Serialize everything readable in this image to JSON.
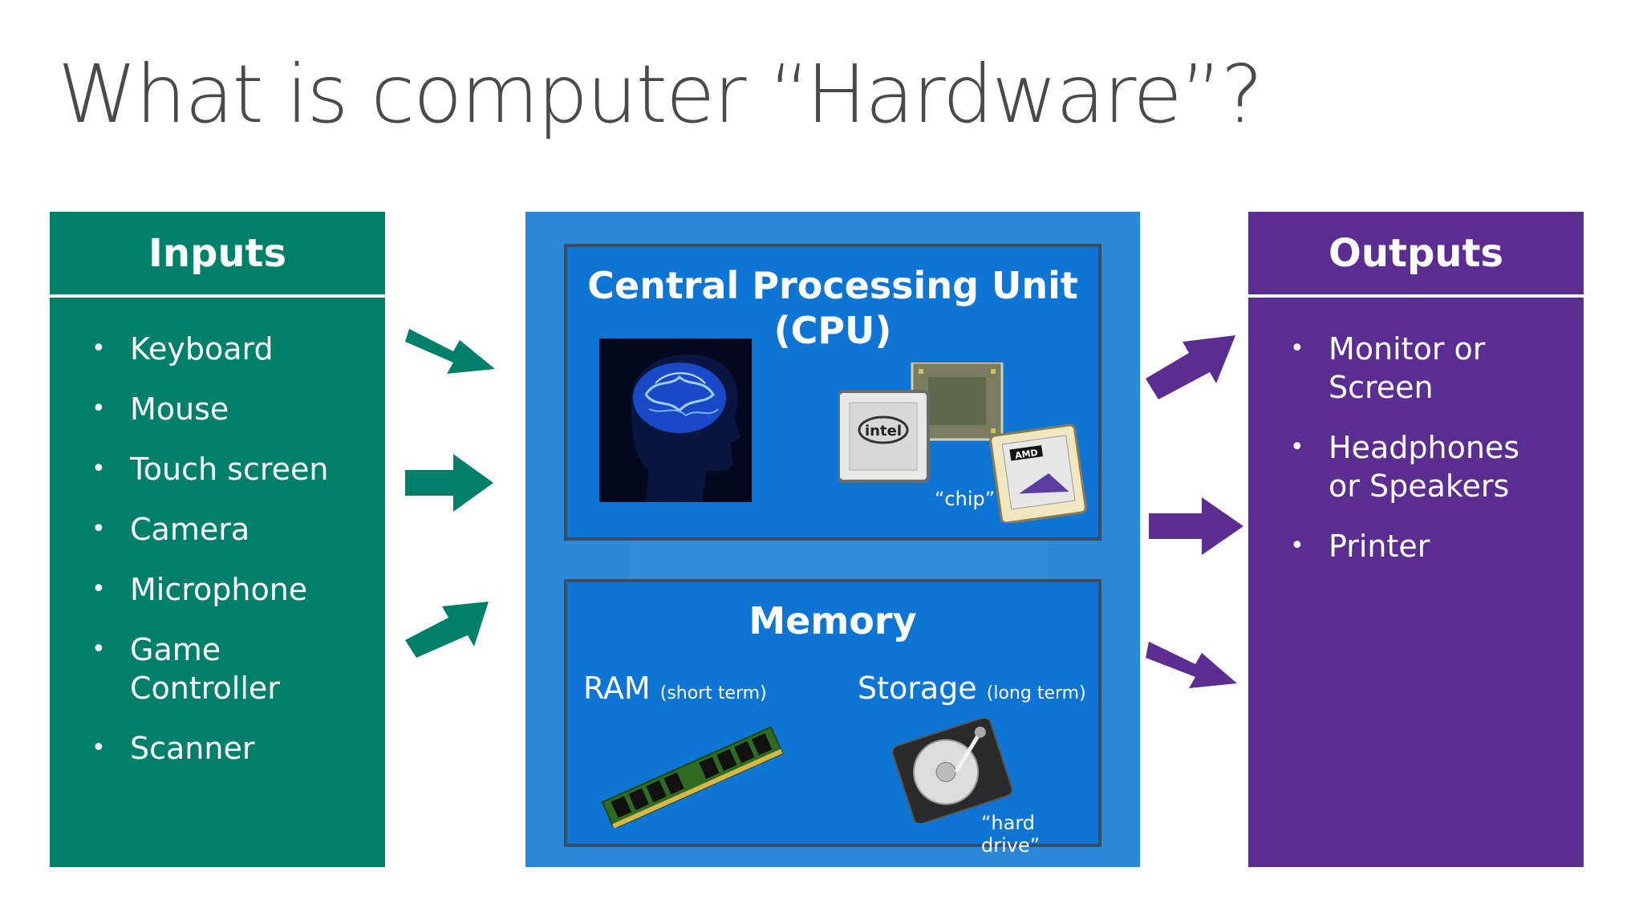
{
  "title": "What is computer “Hardware”?",
  "inputs": {
    "heading": "Inputs",
    "items": [
      "Keyboard",
      "Mouse",
      "Touch screen",
      "Camera",
      "Microphone",
      "Game Controller",
      "Scanner"
    ]
  },
  "cpu": {
    "title_line1": "Central Processing Unit",
    "title_line2": "(CPU)",
    "chip_caption": "“chip”",
    "brain_icon": "brain-head-image",
    "chip_icon": "processor-chip-image"
  },
  "memory": {
    "title": "Memory",
    "ram_label": "RAM",
    "ram_note": "(short term)",
    "storage_label": "Storage",
    "storage_note": "(long term)",
    "drive_caption": "“hard drive”",
    "ram_icon": "ram-stick-image",
    "drive_icon": "hard-drive-image"
  },
  "outputs": {
    "heading": "Outputs",
    "items": [
      "Monitor or Screen",
      "Headphones or Speakers",
      "Printer"
    ]
  },
  "colors": {
    "inputs": "#00806a",
    "center": "#2b88d8",
    "inner": "#0e75d4",
    "outputs": "#5c2d91",
    "title_text": "#4a4a4a"
  }
}
